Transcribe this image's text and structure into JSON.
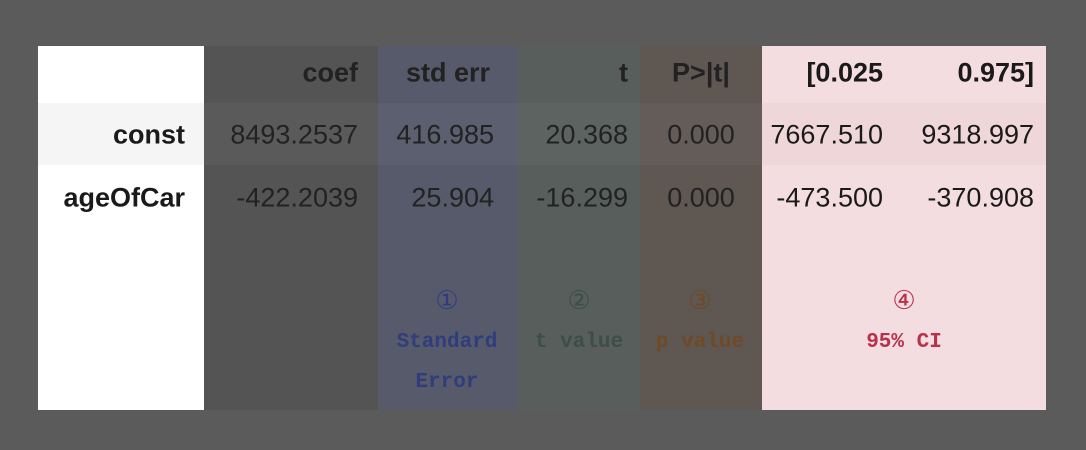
{
  "table": {
    "headers": {
      "coef": "coef",
      "std_err": "std err",
      "t": "t",
      "p": "P>|t|",
      "ci_low": "[0.025",
      "ci_high": "0.975]"
    },
    "rows": [
      {
        "name": "const",
        "coef": "8493.2537",
        "std_err": "416.985",
        "t": "20.368",
        "p": "0.000",
        "ci_low": "7667.510",
        "ci_high": "9318.997"
      },
      {
        "name": "ageOfCar",
        "coef": "-422.2039",
        "std_err": "25.904",
        "t": "-16.299",
        "p": "0.000",
        "ci_low": "-473.500",
        "ci_high": "-370.908"
      }
    ]
  },
  "annotations": [
    {
      "marker": "①",
      "label": "Standard Error",
      "color": "#2f3d7d"
    },
    {
      "marker": "②",
      "label": "t value",
      "color": "#3d4d48"
    },
    {
      "marker": "③",
      "label": "p value",
      "color": "#6e4a26"
    },
    {
      "marker": "④",
      "label": "95% CI",
      "color": "#b8304a"
    }
  ]
}
